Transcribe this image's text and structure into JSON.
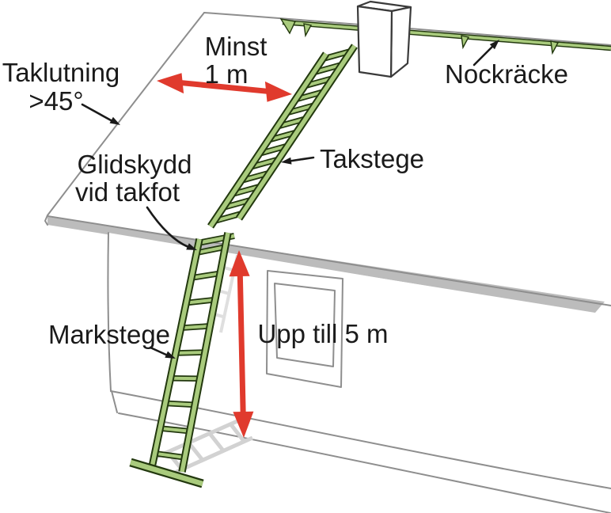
{
  "labels": {
    "taklutning": {
      "line1": "Taklutning",
      "line2": ">45°"
    },
    "minst": {
      "line1": "Minst",
      "line2": "1 m"
    },
    "nockracke": "Nockräcke",
    "takstege": "Takstege",
    "glidskydd": {
      "line1": "Glidskydd",
      "line2": "vid takfot"
    },
    "markstege": "Markstege",
    "upp_till": "Upp till 5 m"
  },
  "colors": {
    "ladder_green": "#a9cb7d",
    "ladder_outline": "#22380e",
    "arrow_red": "#e03a2d",
    "text": "#1a1a1a",
    "house_line": "#8e8e8e",
    "chimney_line": "#3a3a3a",
    "fascia_shadow": "#bcbcbc",
    "ground_shadow": "#d2d2d2",
    "wall_shadow": "#dfdfdf"
  }
}
